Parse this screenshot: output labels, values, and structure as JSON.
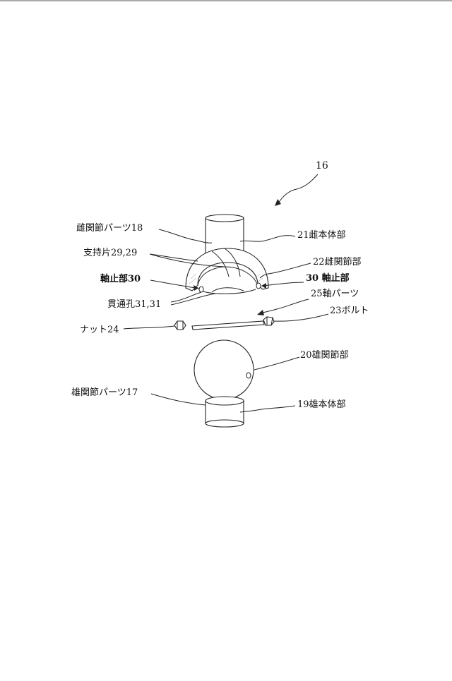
{
  "figure_number": "16",
  "labels": {
    "female_part_18": "雌関節パーツ18",
    "female_body_21": "21雌本体部",
    "support_pieces": "支持片29,29",
    "female_joint_22": "22雌関節部",
    "shaft_stop_left": "軸止部30",
    "shaft_stop_right": "30 軸止部",
    "through_holes": "貫通孔31,31",
    "shaft_part_25": "25軸パーツ",
    "bolt_23": "23ボルト",
    "nut_24": "ナット24",
    "male_joint_20": "20雄関節部",
    "male_part_17": "雄関節パーツ17",
    "male_body_19": "19雄本体部"
  }
}
